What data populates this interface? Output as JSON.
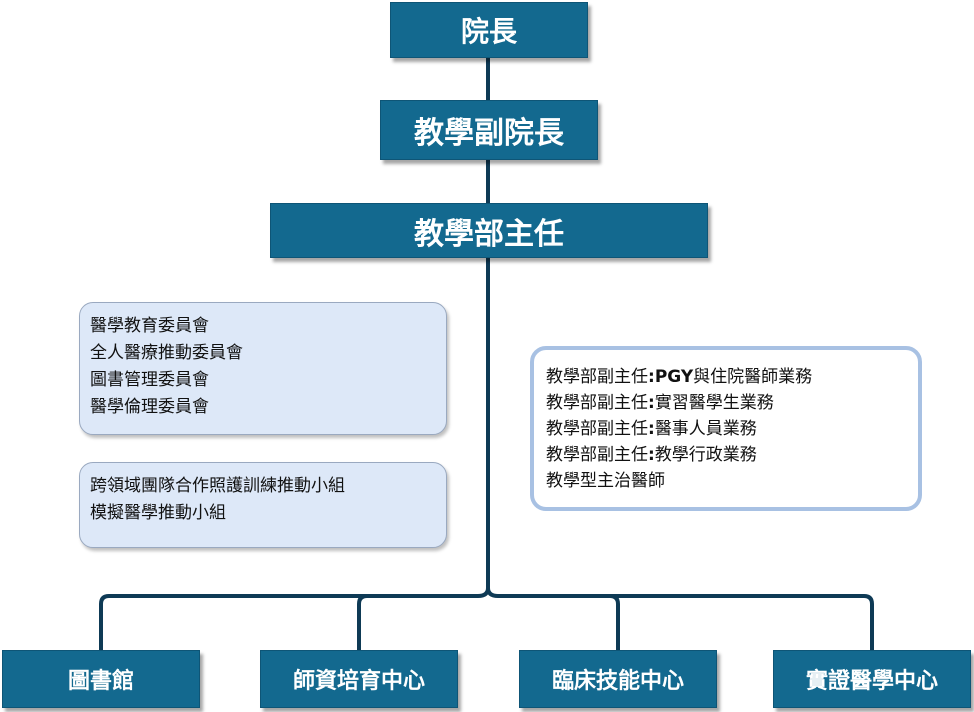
{
  "nodes": {
    "president": "院長",
    "vice_president": "教學副院長",
    "director": "教學部主任"
  },
  "committees": {
    "group1": [
      "醫學教育委員會",
      "全人醫療推動委員會",
      "圖書管理委員會",
      "醫學倫理委員會"
    ],
    "group2": [
      "跨領域團隊合作照護訓練推動小組",
      "模擬醫學推動小組"
    ]
  },
  "deputies": {
    "item1": {
      "prefix": "教學部副主任",
      "sep": ":",
      "latin": "PGY",
      "suffix": "與住院醫師業務"
    },
    "item2": {
      "prefix": "教學部副主任",
      "sep": ":",
      "suffix": "實習醫學生業務"
    },
    "item3": {
      "prefix": "教學部副主任",
      "sep": ":",
      "suffix": "醫事人員業務"
    },
    "item4": {
      "prefix": "教學部副主任",
      "sep": ":",
      "suffix": "教學行政業務"
    },
    "item5": "教學型主治醫師"
  },
  "units": [
    "圖書館",
    "師資培育中心",
    "臨床技能中心",
    "實證醫學中心"
  ],
  "colors": {
    "node": "#13698f",
    "line": "#0e3a55",
    "committee_bg": "#dde8f8",
    "deputy_border": "#a8c1e3"
  }
}
